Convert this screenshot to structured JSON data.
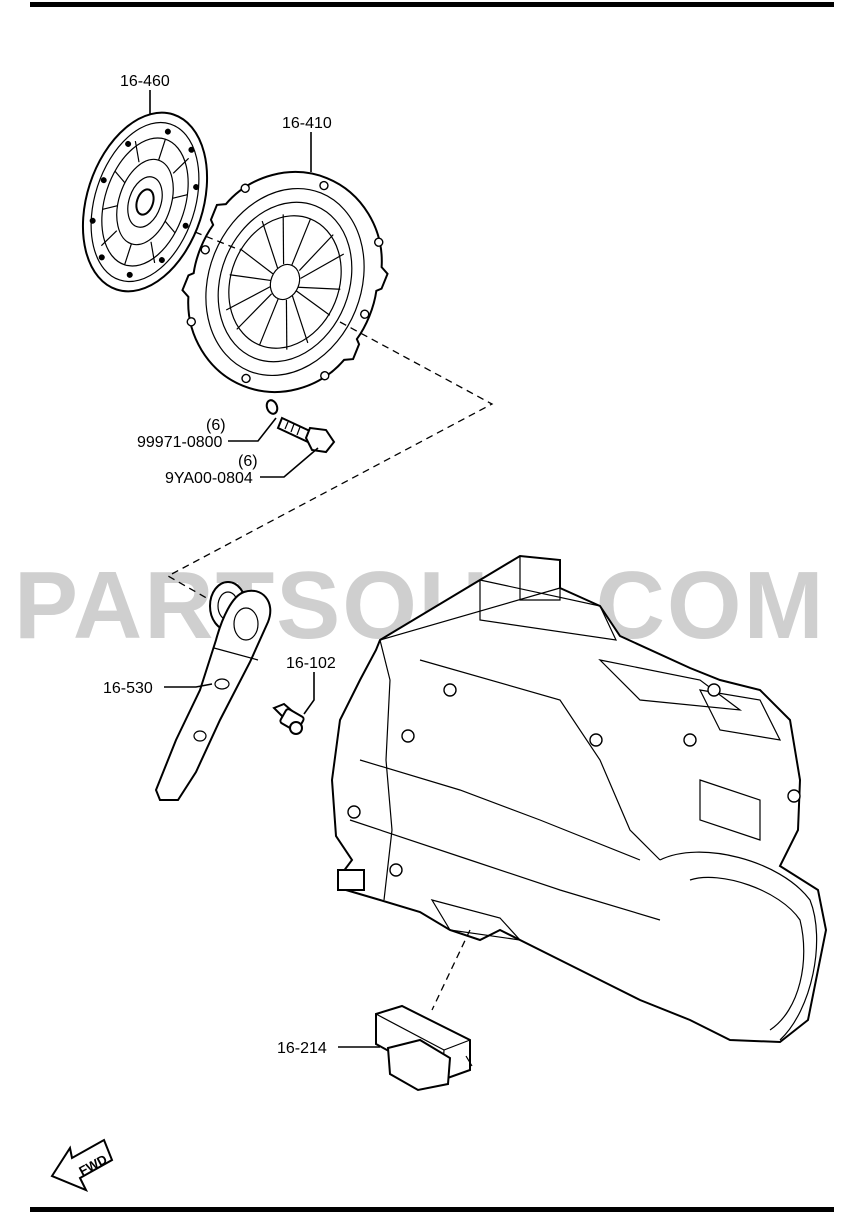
{
  "watermark": "PARTSOUQ.COM",
  "fwd_label": "FWD",
  "callouts": [
    {
      "id": "clutch-disc",
      "part": "16-460"
    },
    {
      "id": "clutch-cover",
      "part": "16-410"
    },
    {
      "id": "washer",
      "qty": "(6)",
      "part": "99971-0800"
    },
    {
      "id": "bolt",
      "qty": "(6)",
      "part": "9YA00-0804"
    },
    {
      "id": "release-bearing-fork",
      "part": "16-530"
    },
    {
      "id": "pivot-bolt",
      "part": "16-102"
    },
    {
      "id": "mount-pad",
      "part": "16-214"
    }
  ]
}
